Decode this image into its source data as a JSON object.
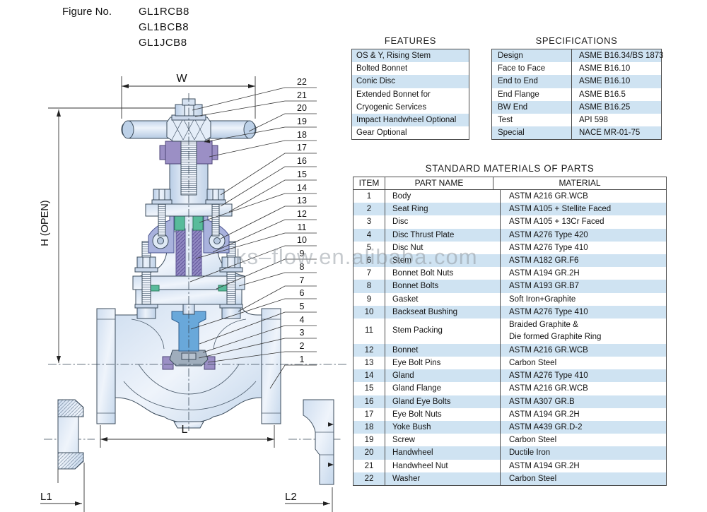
{
  "figure": {
    "label": "Figure No.",
    "codes": [
      "GL1RCB8",
      "GL1BCB8",
      "GL1JCB8"
    ]
  },
  "watermark": "ks–flow.en.alibaba.com",
  "colors": {
    "row_shade": "#cfe3f2",
    "steel": "#dce8f5",
    "purple": "#9b8fc5",
    "lavender": "#a9b2dd",
    "green": "#58bb9b",
    "disc_blue": "#69a8da"
  },
  "features": {
    "title": "FEATURES",
    "items": [
      {
        "lines": [
          "OS & Y, Rising Stem"
        ],
        "shaded": true
      },
      {
        "lines": [
          "Bolted Bonnet"
        ],
        "shaded": false
      },
      {
        "lines": [
          "Conic Disc"
        ],
        "shaded": true
      },
      {
        "lines": [
          "Extended Bonnet for",
          "Cryogenic Services"
        ],
        "shaded": false
      },
      {
        "lines": [
          "Impact Handwheel Optional"
        ],
        "shaded": true
      },
      {
        "lines": [
          "Gear Optional"
        ],
        "shaded": false
      }
    ]
  },
  "specifications": {
    "title": "SPECIFICATIONS",
    "rows": [
      {
        "name": "Design",
        "value": "ASME B16.34/BS 1873",
        "shaded": true
      },
      {
        "name": "Face to Face",
        "value": "ASME B16.10",
        "shaded": false
      },
      {
        "name": "End to End",
        "value": "ASME B16.10",
        "shaded": true
      },
      {
        "name": "End Flange",
        "value": "ASME B16.5",
        "shaded": false
      },
      {
        "name": "BW End",
        "value": "ASME B16.25",
        "shaded": true
      },
      {
        "name": "Test",
        "value": "API 598",
        "shaded": false
      },
      {
        "name": "Special",
        "value": "NACE MR-01-75",
        "shaded": true
      }
    ]
  },
  "materials": {
    "title": "STANDARD MATERIALS OF PARTS",
    "columns": [
      "ITEM",
      "PART NAME",
      "MATERIAL"
    ],
    "rows": [
      {
        "item": "1",
        "part": "Body",
        "material": [
          "ASTM A216 GR.WCB"
        ],
        "shaded": false
      },
      {
        "item": "2",
        "part": "Seat Ring",
        "material": [
          "ASTM A105 + Stellite Faced"
        ],
        "shaded": true
      },
      {
        "item": "3",
        "part": "Disc",
        "material": [
          "ASTM A105 + 13Cr Faced"
        ],
        "shaded": false
      },
      {
        "item": "4",
        "part": "Disc Thrust Plate",
        "material": [
          "ASTM A276 Type 420"
        ],
        "shaded": true
      },
      {
        "item": "5",
        "part": "Disc Nut",
        "material": [
          "ASTM A276 Type 410"
        ],
        "shaded": false
      },
      {
        "item": "6",
        "part": "Stem",
        "material": [
          "ASTM A182  GR.F6"
        ],
        "shaded": true
      },
      {
        "item": "7",
        "part": "Bonnet Bolt Nuts",
        "material": [
          "ASTM A194 GR.2H"
        ],
        "shaded": false
      },
      {
        "item": "8",
        "part": "Bonnet  Bolts",
        "material": [
          "ASTM A193 GR.B7"
        ],
        "shaded": true
      },
      {
        "item": "9",
        "part": "Gasket",
        "material": [
          "Soft Iron+Graphite"
        ],
        "shaded": false
      },
      {
        "item": "10",
        "part": "Backseat Bushing",
        "material": [
          "ASTM A276 Type 410"
        ],
        "shaded": true
      },
      {
        "item": "11",
        "part": "Stem Packing",
        "material": [
          "Braided Graphite &",
          "Die formed Graphite Ring"
        ],
        "shaded": false
      },
      {
        "item": "12",
        "part": "Bonnet",
        "material": [
          "ASTM A216 GR.WCB"
        ],
        "shaded": true
      },
      {
        "item": "13",
        "part": "Eye Bolt Pins",
        "material": [
          "Carbon Steel"
        ],
        "shaded": false
      },
      {
        "item": "14",
        "part": "Gland",
        "material": [
          "ASTM A276 Type 410"
        ],
        "shaded": true
      },
      {
        "item": "15",
        "part": "Gland Flange",
        "material": [
          "ASTM A216 GR.WCB"
        ],
        "shaded": false
      },
      {
        "item": "16",
        "part": "Gland Eye Bolts",
        "material": [
          "ASTM A307 GR.B"
        ],
        "shaded": true
      },
      {
        "item": "17",
        "part": "Eye Bolt Nuts",
        "material": [
          "ASTM A194 GR.2H"
        ],
        "shaded": false
      },
      {
        "item": "18",
        "part": "Yoke Bush",
        "material": [
          "ASTM A439 GR.D-2"
        ],
        "shaded": true
      },
      {
        "item": "19",
        "part": "Screw",
        "material": [
          "Carbon Steel"
        ],
        "shaded": false
      },
      {
        "item": "20",
        "part": "Handwheel",
        "material": [
          "Ductile Iron"
        ],
        "shaded": true
      },
      {
        "item": "21",
        "part": "Handwheel Nut",
        "material": [
          "ASTM A194 GR.2H"
        ],
        "shaded": false
      },
      {
        "item": "22",
        "part": "Washer",
        "material": [
          "Carbon Steel"
        ],
        "shaded": true
      }
    ]
  },
  "diagram": {
    "dim_w": "W",
    "dim_h": "H (OPEN)",
    "dim_l": "L",
    "dim_l1": "L1",
    "dim_l2": "L2",
    "callouts": [
      "22",
      "21",
      "20",
      "19",
      "18",
      "17",
      "16",
      "15",
      "14",
      "13",
      "12",
      "11",
      "10",
      "9",
      "8",
      "7",
      "6",
      "5",
      "4",
      "3",
      "2",
      "1"
    ]
  }
}
